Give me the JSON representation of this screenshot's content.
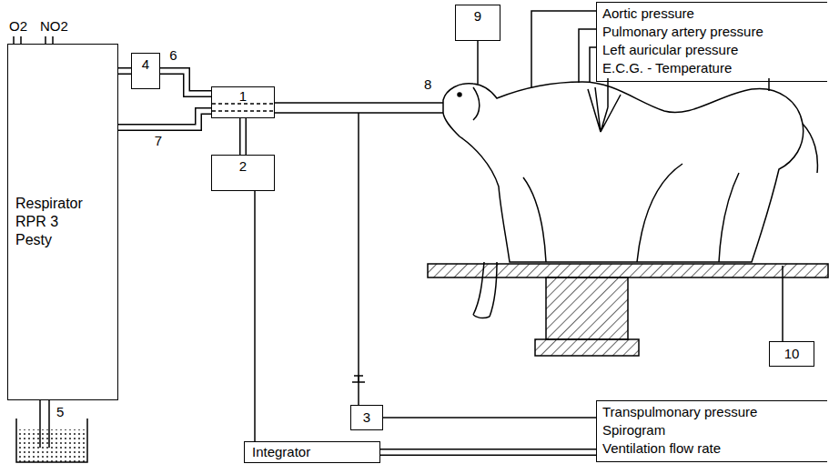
{
  "diagram": {
    "nodes": [
      {
        "text": [
          "Respirator RPR 3 Pesty"
        ]
      },
      {
        "text": [
          "4"
        ]
      },
      {
        "text": [
          "1"
        ]
      },
      {
        "text": [
          "9"
        ]
      },
      {
        "text": [
          "Aortic pressure",
          "Pulmonary artery pressure",
          "Left auricular pressure",
          "E.C.G. - Temperature"
        ]
      },
      {
        "text": [
          "2"
        ]
      },
      {
        "text": [
          "10"
        ]
      },
      {
        "text": [
          "3"
        ]
      },
      {
        "text": [
          "Transpulmonary pressure",
          "Spirogram",
          "Ventilation flow rate"
        ]
      },
      {
        "text": [
          "Integrator"
        ]
      }
    ],
    "edges": [
      {
        "from": 0,
        "to": 1,
        "arrow": "none"
      },
      {
        "from": 1,
        "to": 2,
        "label": "6",
        "arrow": "none"
      },
      {
        "from": 0,
        "to": 2,
        "label": "7",
        "arrow": "none"
      },
      {
        "from": 2,
        "to": 5,
        "arrow": "none"
      },
      {
        "from": 5,
        "to": 9,
        "arrow": "none"
      },
      {
        "from": 9,
        "to": 8,
        "arrow": "none"
      },
      {
        "from": 7,
        "to": 8,
        "arrow": "none"
      }
    ],
    "labels": [
      "O2",
      "NO2",
      "5",
      "8"
    ]
  }
}
